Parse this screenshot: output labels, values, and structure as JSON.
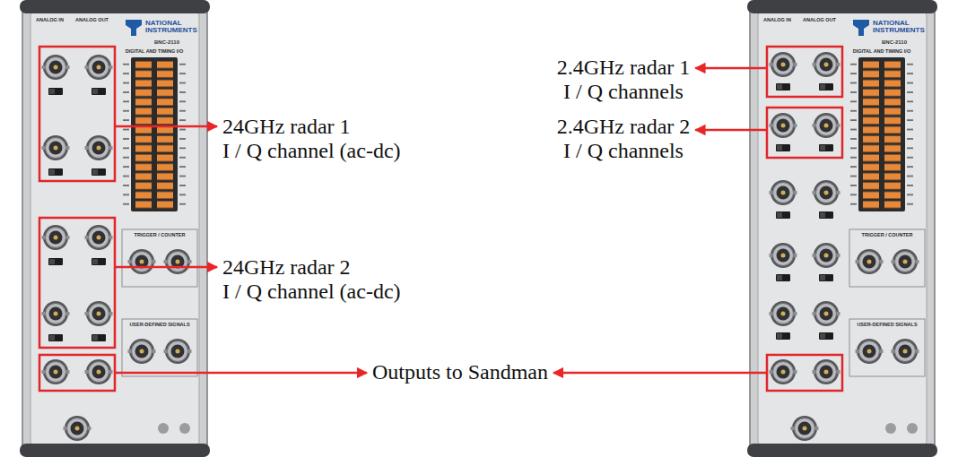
{
  "diagram": {
    "labels": [
      "ANALOG IN",
      "ANALOG OUT",
      "NATIONAL INSTRUMENTS",
      "BNC-2110",
      "DIGITAL AND TIMING I/O",
      "TRIGGER / COUNTER",
      "USER-DEFINED SIGNALS",
      "24GHz radar 1 I / Q channel (ac-dc)",
      "2.4GHz radar 1 I / Q channels",
      "2.4GHz radar 2 I / Q channels",
      "24GHz radar 2 I / Q channel (ac-dc)",
      "Outputs to Sandman",
      "ANALOG IN",
      "ANALOG OUT",
      "NATIONAL INSTRUMENTS",
      "BNC-2110",
      "DIGITAL AND TIMING I/O",
      "TRIGGER / COUNTER",
      "USER-DEFINED SIGNALS"
    ]
  }
}
